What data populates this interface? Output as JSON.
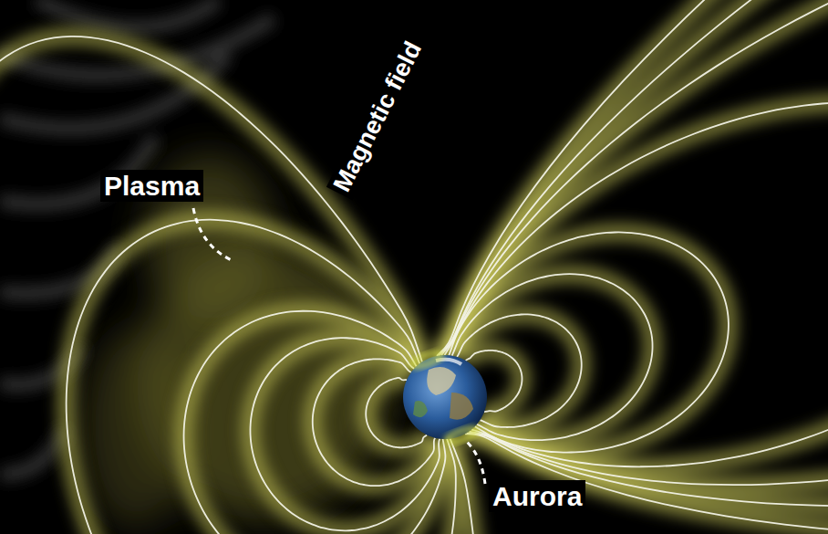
{
  "diagram": {
    "labels": [
      "Magnetic field",
      "Plasma",
      "Aurora"
    ]
  }
}
